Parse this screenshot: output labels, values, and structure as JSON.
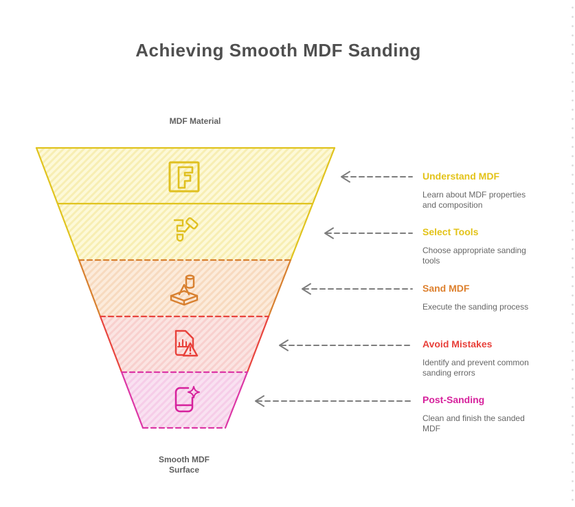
{
  "title": "Achieving Smooth MDF Sanding",
  "funnel": {
    "top_label": "MDF Material",
    "bottom_label": "Smooth MDF Surface",
    "stages": [
      {
        "name": "Understand MDF",
        "description": "Learn about MDF properties and composition",
        "color": "#e3c319",
        "icon": "mdf-material-icon"
      },
      {
        "name": "Select Tools",
        "description": "Choose appropriate sanding tools",
        "color": "#e3c319",
        "icon": "tools-icon"
      },
      {
        "name": "Sand MDF",
        "description": "Execute the sanding process",
        "color": "#dd802e",
        "icon": "sanding-block-icon"
      },
      {
        "name": "Avoid Mistakes",
        "description": "Identify and prevent common sanding errors",
        "color": "#e8403a",
        "icon": "warning-document-icon"
      },
      {
        "name": "Post-Sanding",
        "description": "Clean and finish the sanded MDF",
        "color": "#d6219c",
        "icon": "clean-surface-icon"
      }
    ]
  },
  "colors": {
    "title_text": "#4f4f4f",
    "stage_strokes": [
      "#e0c31e",
      "#e0c31e",
      "#d8802f",
      "#e8453e",
      "#dc36a5"
    ],
    "stage_fills": [
      "#fdf9d8",
      "#fdf9d8",
      "#fcebdb",
      "#fbe4e2",
      "#f9e1f1"
    ],
    "arrow": "#7d7d7d"
  }
}
